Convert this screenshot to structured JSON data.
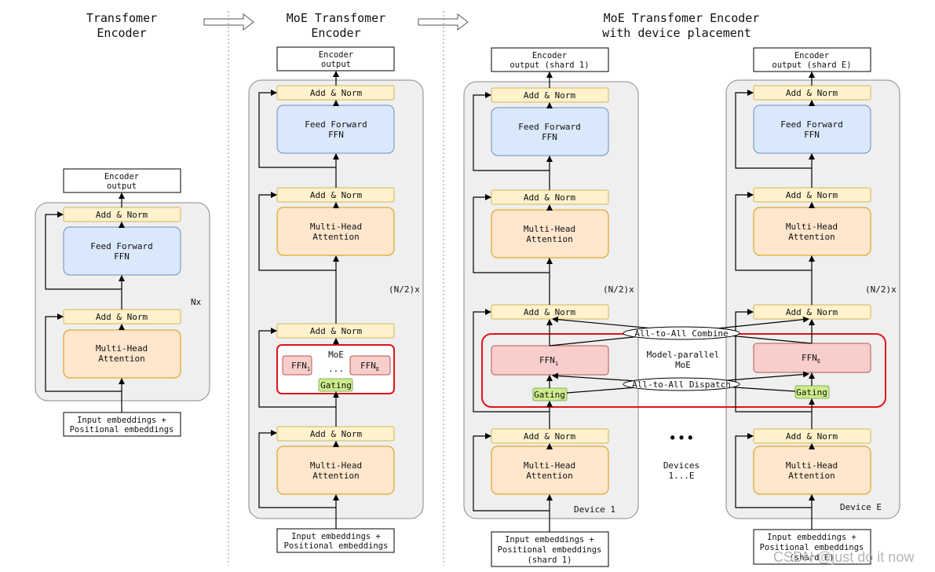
{
  "titles": {
    "col1": [
      "Transfomer",
      "Encoder"
    ],
    "col2": [
      "MoE Transfomer",
      "Encoder"
    ],
    "col3": [
      "MoE Transfomer Encoder",
      "with device placement"
    ]
  },
  "labels": {
    "encoder_output": [
      "Encoder",
      "output"
    ],
    "encoder_output_shard1": [
      "Encoder",
      "output (shard 1)"
    ],
    "encoder_output_shardE": [
      "Encoder",
      "output (shard E)"
    ],
    "add_norm": "Add & Norm",
    "feed_forward": [
      "Feed Forward",
      "FFN"
    ],
    "mha": [
      "Multi-Head",
      "Attention"
    ],
    "input_emb": [
      "Input embeddings +",
      "Positional embeddings"
    ],
    "input_emb_shard1": [
      "Input embeddings +",
      "Positional embeddings",
      "(shard 1)"
    ],
    "input_emb_shardE": [
      "Input embeddings +",
      "Positional embeddings",
      "(shard E)"
    ],
    "nx": "Nx",
    "n2x": "(N/2)x",
    "moe": "MoE",
    "ffn1": "FFN",
    "ffn1_sub": "1",
    "ffnE": "FFN",
    "ffnE_sub": "E",
    "ellipsis": "...",
    "gating": "Gating",
    "all_to_all_combine": "All-to-All Combine",
    "all_to_all_dispatch": "All-to-All Dispatch",
    "model_parallel": [
      "Model-parallel",
      "MoE"
    ],
    "devices": [
      "Devices",
      "1...E"
    ],
    "dots": "• • •",
    "device1": "Device 1",
    "deviceE": "Device E"
  },
  "colors": {
    "panel": "#efefef",
    "yellow": "#fff2cc",
    "yellow_stroke": "#d6b656",
    "blue": "#dae8fc",
    "blue_stroke": "#6c8ebf",
    "orange": "#ffe6cc",
    "orange_stroke": "#d79b00",
    "red_fill": "#f8cecc",
    "red_stroke": "#b85450",
    "green": "#cdeb8b",
    "green_stroke": "#82b366",
    "moe_border": "#e0141b"
  },
  "watermark": "CSDN @just do it now"
}
